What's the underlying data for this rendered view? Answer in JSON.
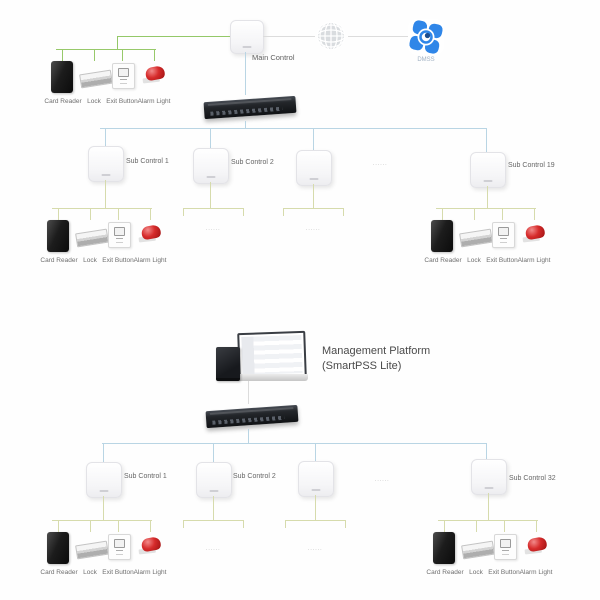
{
  "diagram_type": "access-control-topology",
  "palette": {
    "background": "#ffffff",
    "line_green": "#94c868",
    "line_olive": "#d6dbac",
    "line_blue": "#b9d5e4",
    "line_gray": "#dcdcdc",
    "alarm_red": "#c21616",
    "app_blue": "#2f86e8"
  },
  "top_system": {
    "main_control_label": "Main Control",
    "app_icon_label": "DMSS",
    "sub_controls": {
      "s1": "Sub Control 1",
      "s2": "Sub Control 2",
      "s19": "Sub Control 19"
    }
  },
  "bottom_system": {
    "platform_label_line1": "Management Platform",
    "platform_label_line2": "(SmartPSS Lite)",
    "sub_controls": {
      "s1": "Sub Control 1",
      "s2": "Sub Control 2",
      "s32": "Sub Control 32"
    }
  },
  "peripherals": {
    "card_reader": "Card Reader",
    "lock": "Lock",
    "exit_button": "Exit Button",
    "alarm_light": "Alarm Light"
  },
  "ellipsis": "......"
}
